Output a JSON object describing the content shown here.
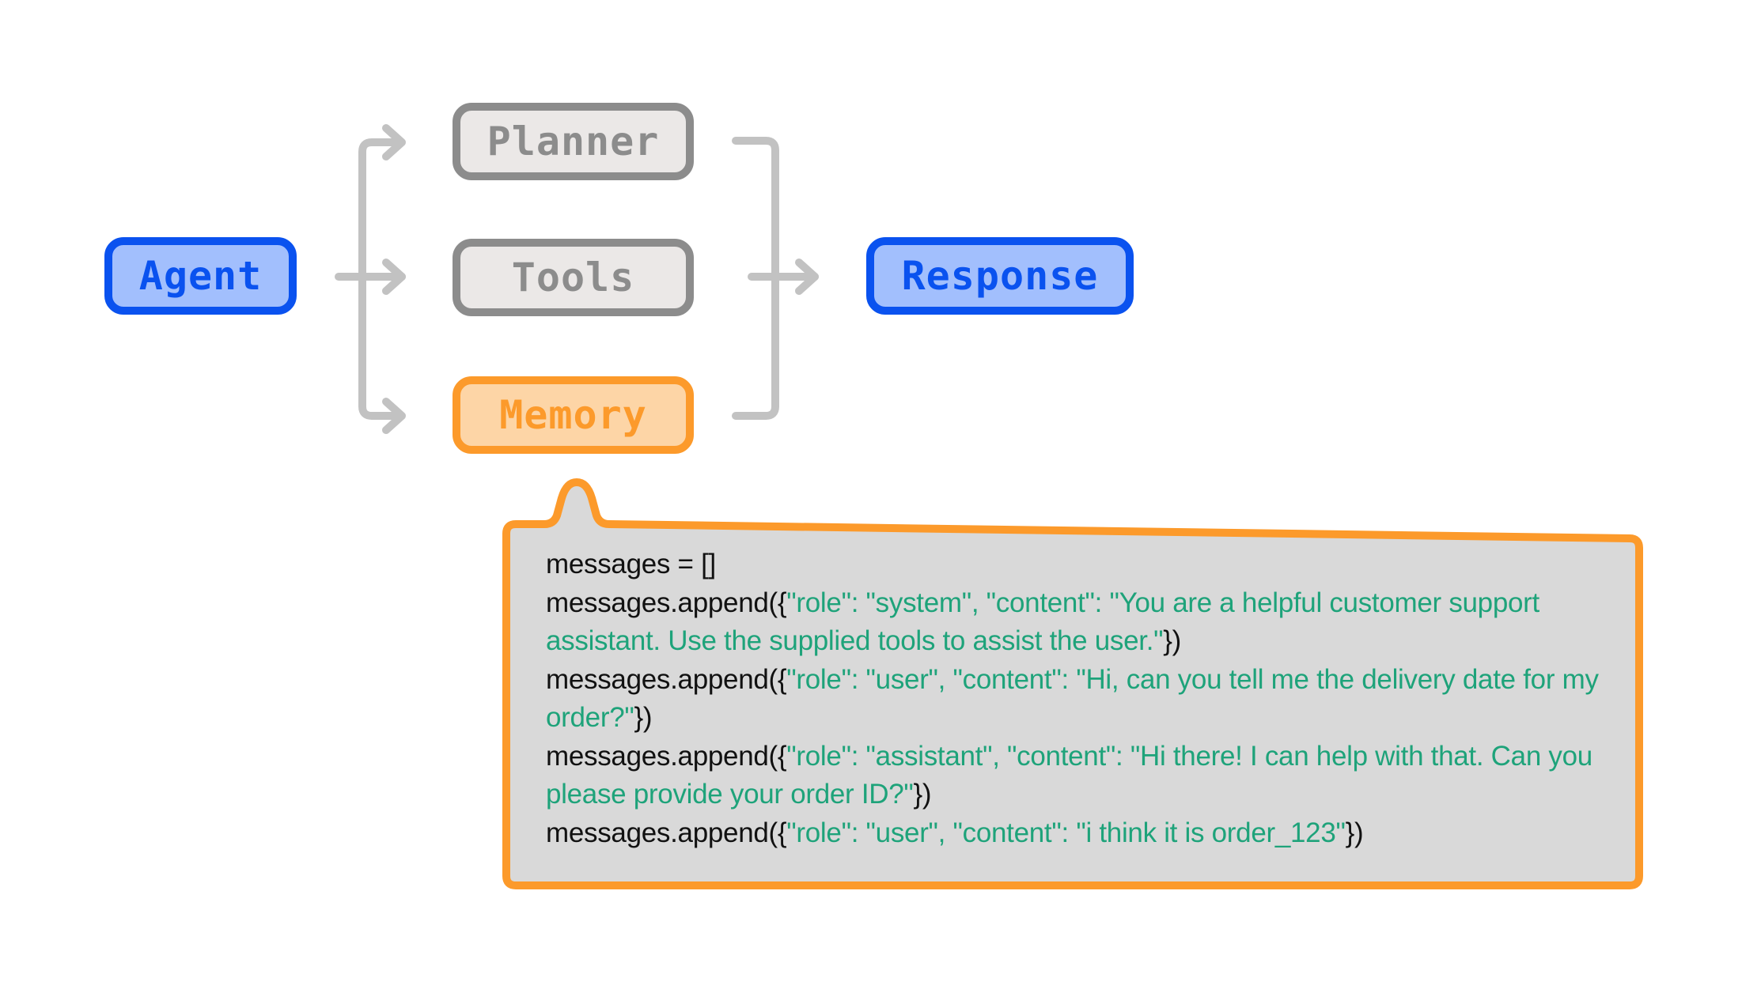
{
  "nodes": {
    "agent": "Agent",
    "planner": "Planner",
    "tools": "Tools",
    "memory": "Memory",
    "response": "Response"
  },
  "colors": {
    "blue_border": "#0a52ef",
    "blue_fill": "#a2bffd",
    "gray_border": "#8c8c8c",
    "gray_fill": "#ebe8e7",
    "orange_border": "#fc9a2b",
    "orange_fill": "#fdd5a6",
    "connector": "#c2c2c2",
    "panel_fill": "#d9d9d9",
    "code_black": "#111111",
    "code_green": "#1ea37a"
  },
  "memory_panel": {
    "lines": [
      {
        "prefix": "messages = []",
        "body": "",
        "suffix": ""
      },
      {
        "prefix": "messages.append({",
        "body": "\"role\": \"system\", \"content\": \"You are a helpful customer support assistant. Use the supplied tools to assist the user.\"",
        "suffix": "})"
      },
      {
        "prefix": "messages.append({",
        "body": "\"role\": \"user\", \"content\": \"Hi, can you tell me the delivery date for my order?\"",
        "suffix": "})"
      },
      {
        "prefix": "messages.append({",
        "body": "\"role\": \"assistant\", \"content\": \"Hi there! I can help with that. Can you please provide your order ID?\"",
        "suffix": "})"
      },
      {
        "prefix": "messages.append({",
        "body": "\"role\": \"user\", \"content\": \"i think it is order_123\"",
        "suffix": "})"
      }
    ]
  }
}
